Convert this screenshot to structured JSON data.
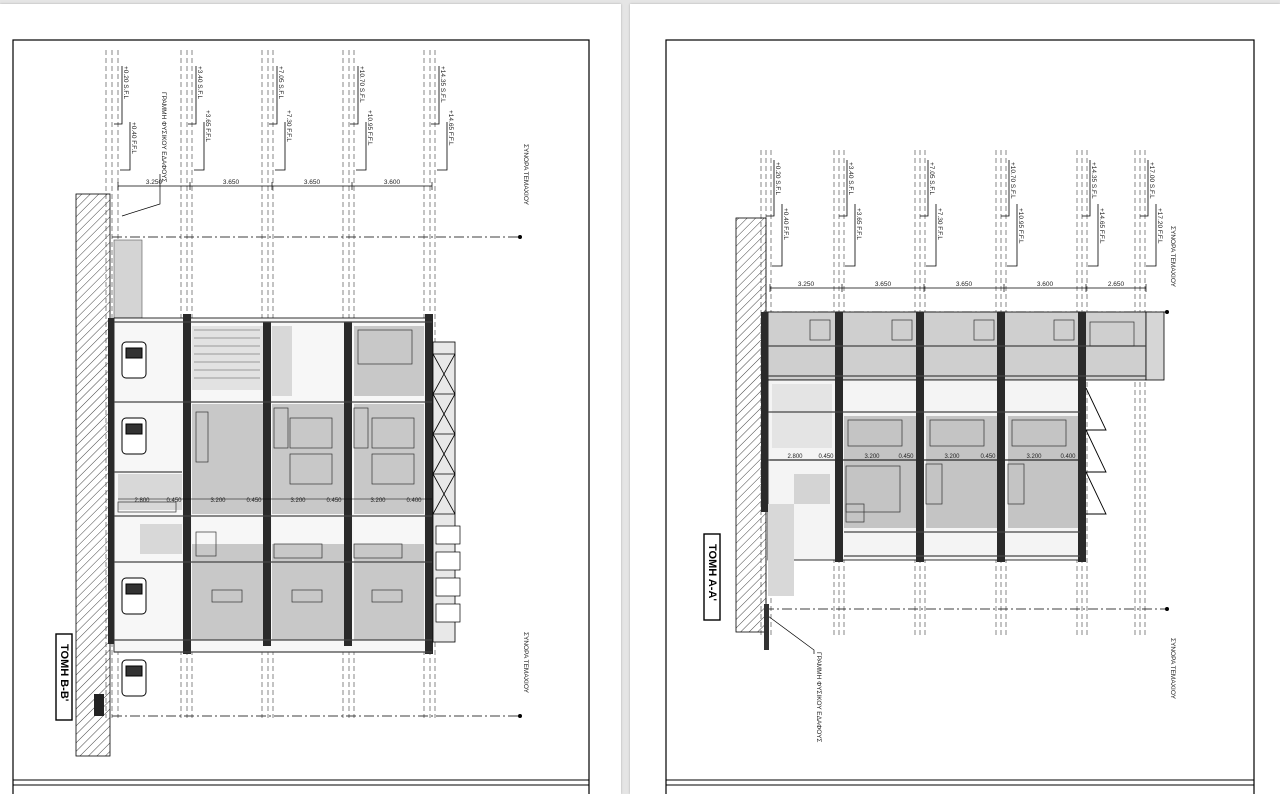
{
  "sheets": [
    {
      "title": "ΤΟΜΗ Β-Β'",
      "levels_sfl": [
        "+0.20 S.F.L",
        "+3.40 S.F.L",
        "+7.05 S.F.L",
        "+10.70 S.F.L",
        "+14.35 S.F.L"
      ],
      "levels_ffl": [
        "+0.40 F.F.L",
        "+3.65 F.F.L",
        "+7.30 F.F.L",
        "+10.95 F.F.L",
        "+14.65 F.F.L"
      ],
      "floor_heights": [
        "3.250",
        "3.650",
        "3.650",
        "3.600"
      ],
      "room_widths": [
        "2.800",
        "0.450",
        "3.200",
        "0.450",
        "3.200",
        "0.450",
        "3.200",
        "0.400"
      ],
      "ground_line_label": "ΓΡΑΜΜΗ ΦΥΣΙΚΟΥ ΕΔΑΦΟΥΣ",
      "boundary_top": "ΣΥΝΟΡΑ ΤΕΜΑΧΙΟΥ",
      "boundary_bottom": "ΣΥΝΟΡΑ ΤΕΜΑΧΙΟΥ"
    },
    {
      "title": "ΤΟΜΗ Α-Α'",
      "levels_sfl": [
        "+0.20 S.F.L",
        "+3.40 S.F.L",
        "+7.05 S.F.L",
        "+10.70 S.F.L",
        "+14.35 S.F.L",
        "+17.00 S.F.L"
      ],
      "levels_ffl": [
        "+0.40 F.F.L",
        "+3.65 F.F.L",
        "+7.30 F.F.L",
        "+10.95 F.F.L",
        "+14.65 F.F.L",
        "+17.20 F.F.L"
      ],
      "floor_heights": [
        "3.250",
        "3.650",
        "3.650",
        "3.600",
        "2.650"
      ],
      "room_widths": [
        "2.800",
        "0.450",
        "3.200",
        "0.450",
        "3.200",
        "0.450",
        "3.200",
        "0.400"
      ],
      "ground_line_label": "ΓΡΑΜΜΗ ΦΥΣΙΚΟΥ ΕΔΑΦΟΥΣ",
      "boundary_top": "ΣΥΝΟΡΑ ΤΕΜΑΧΙΟΥ",
      "boundary_bottom": "ΣΥΝΟΡΑ ΤΕΜΑΧΙΟΥ"
    }
  ]
}
